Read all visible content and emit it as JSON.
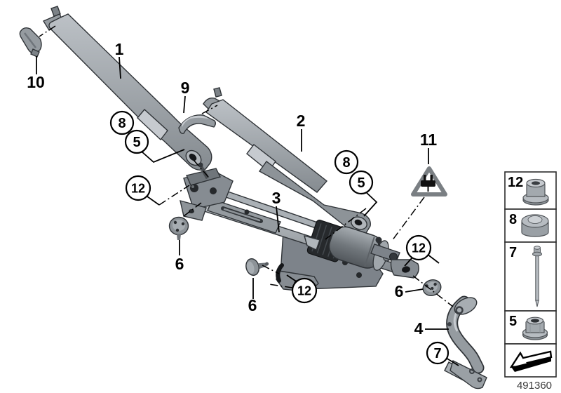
{
  "diagram": {
    "background": "#ffffff",
    "colors": {
      "line": "#000000",
      "part_mid": "#9aa0a6",
      "part_light": "#c6cacf",
      "part_dark": "#6f757b",
      "outline": "#2f3337",
      "black_detail": "#1c1f22",
      "triangle_stroke": "#7a7f83"
    }
  },
  "callouts": {
    "plain": [
      {
        "label": "1"
      },
      {
        "label": "2"
      },
      {
        "label": "3"
      },
      {
        "label": "4"
      },
      {
        "label": "6"
      },
      {
        "label": "6"
      },
      {
        "label": "6"
      },
      {
        "label": "9"
      },
      {
        "label": "10"
      },
      {
        "label": "11"
      }
    ],
    "circled": [
      {
        "label": "8"
      },
      {
        "label": "5"
      },
      {
        "label": "12"
      },
      {
        "label": "8"
      },
      {
        "label": "5"
      },
      {
        "label": "12"
      },
      {
        "label": "12"
      },
      {
        "label": "7"
      }
    ]
  },
  "legend": {
    "items": [
      {
        "label": "12",
        "icon": "flange-collar-nut-icon"
      },
      {
        "label": "8",
        "icon": "dome-cap-icon"
      },
      {
        "label": "7",
        "icon": "rivet-pin-icon"
      },
      {
        "label": "5",
        "icon": "hex-flange-nut-icon"
      },
      {
        "label": "",
        "icon": "direction-arrow-icon"
      }
    ]
  },
  "footer": {
    "drawing_number": "491360"
  }
}
